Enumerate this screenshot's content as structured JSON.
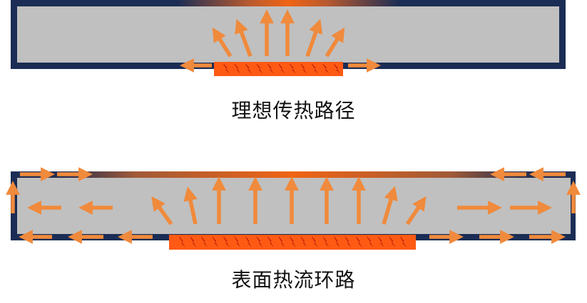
{
  "diagrams": [
    {
      "id": "ideal",
      "caption": "理想传热路径"
    },
    {
      "id": "surface",
      "caption": "表面热流环路"
    }
  ],
  "colors": {
    "frame": "#1b2d55",
    "body": "#c0c0c0",
    "arrow": "#f08a3c",
    "heater": "#ff5a14",
    "hot_glow": "#f06414",
    "zigzag": "#b81e0a"
  }
}
